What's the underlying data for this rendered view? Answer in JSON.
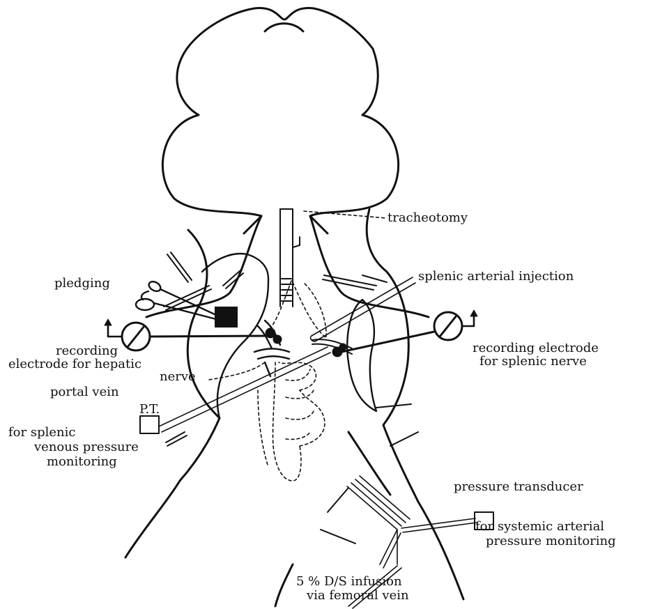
{
  "labels": {
    "tracheotomy": "tracheotomy",
    "pledging": "pledging",
    "recording_hepatic": [
      "recording",
      "electrode for hepatic",
      "nerve"
    ],
    "portal_vein": "portal vein",
    "pt": "P.T.",
    "splenic_venous": [
      "for splenic",
      "venous pressure",
      "monitoring"
    ],
    "splenic_arterial_injection": "splenic arterial injection",
    "recording_splenic": [
      "recording electrode",
      "for splenic nerve"
    ],
    "pressure_transducer": "pressure transducer",
    "systemic_arterial": [
      "for systemic arterial",
      "pressure monitoring"
    ],
    "infusion": [
      "5 % D/S infusion",
      "via femoral vein"
    ]
  },
  "colors": {
    "ink": "#111111",
    "background": "#ffffff"
  }
}
